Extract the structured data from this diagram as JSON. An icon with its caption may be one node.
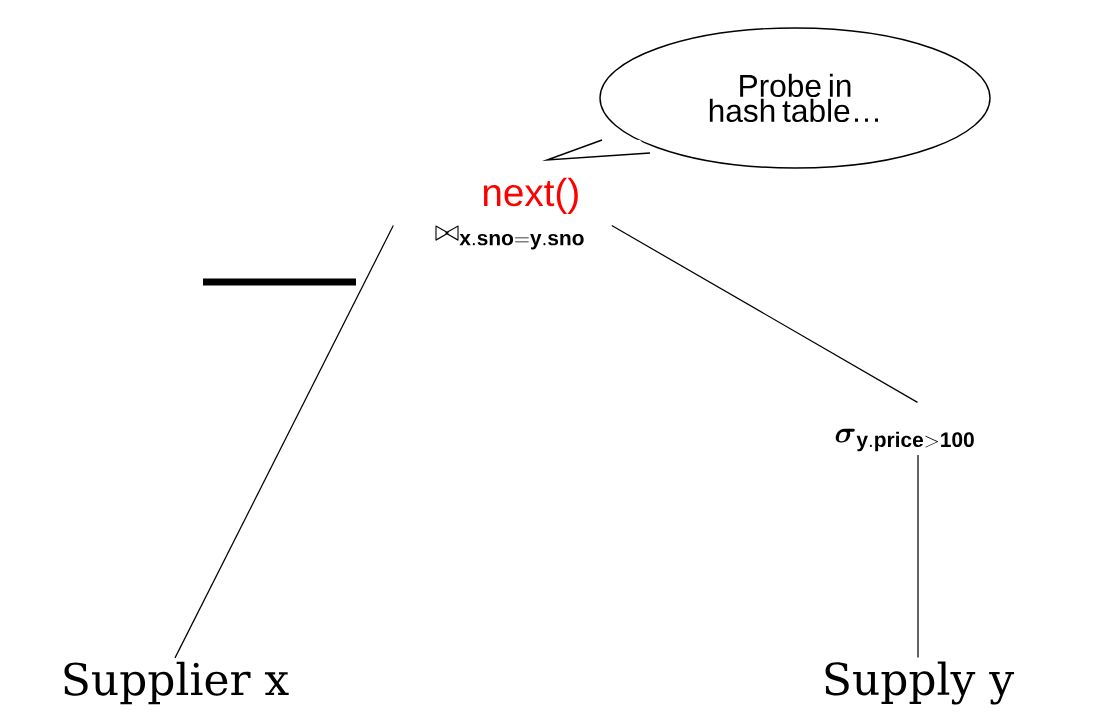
{
  "diagram": {
    "nodes": [
      {
        "text": [
          "\\bowtie_{\\mathbf{x.sno=y.sno}}"
        ],
        "beside": [
          "next()"
        ]
      },
      {
        "text": [
          "\\boldsymbol{\\sigma}_{\\mathbf{y.price>100}}"
        ]
      },
      {
        "text": [
          "Supplier x"
        ]
      },
      {
        "text": [
          "Supply y"
        ]
      },
      {
        "text": [
          "Probe in hash table…"
        ]
      }
    ],
    "edges": [
      {
        "from": 0,
        "to": 2,
        "arrow": "none"
      },
      {
        "from": 0,
        "to": 1,
        "arrow": "none"
      },
      {
        "from": 1,
        "to": 3,
        "arrow": "none"
      }
    ]
  }
}
